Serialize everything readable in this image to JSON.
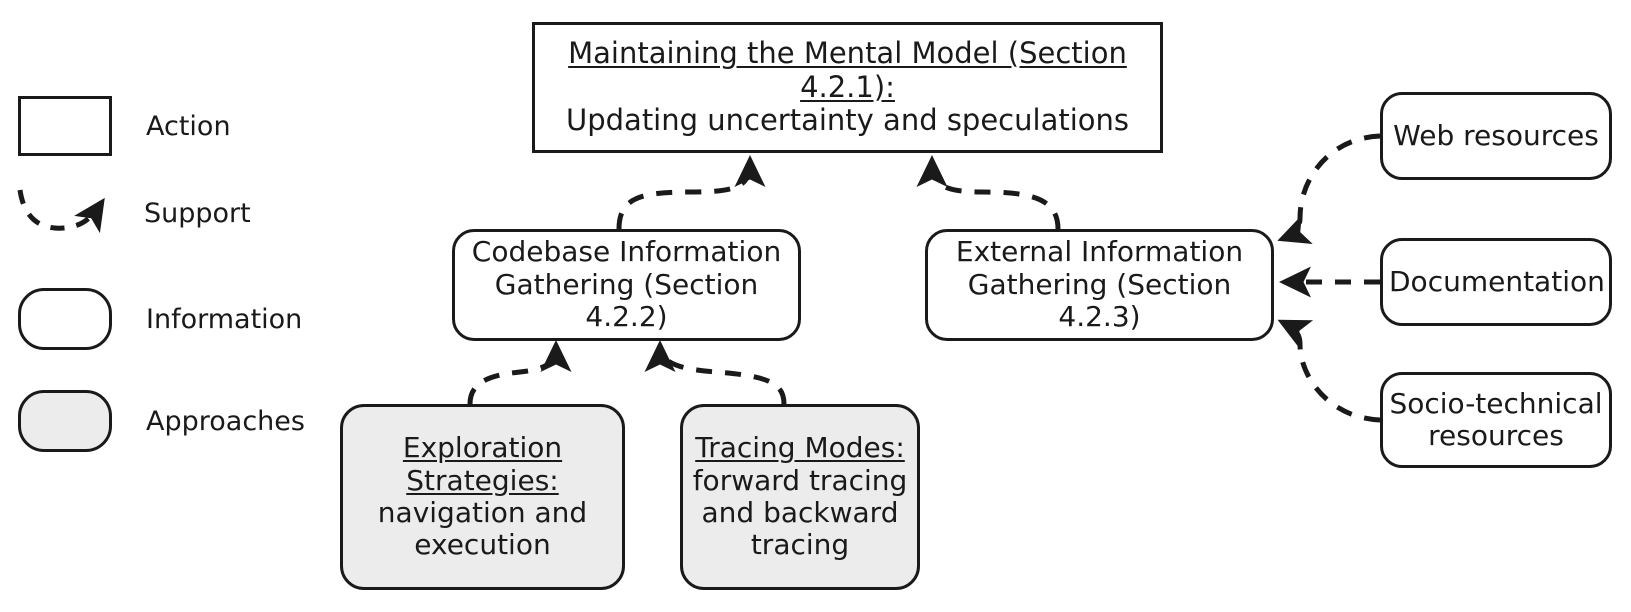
{
  "legend": {
    "items": [
      {
        "key": "action",
        "label": "Action",
        "shape": "rectangle",
        "fill": "#ffffff",
        "stroke": "#1a1a1a"
      },
      {
        "key": "support",
        "label": "Support",
        "shape": "dashed-arrow",
        "fill": "none",
        "stroke": "#1a1a1a"
      },
      {
        "key": "information",
        "label": "Information",
        "shape": "rounded-rectangle",
        "fill": "#ffffff",
        "stroke": "#1a1a1a"
      },
      {
        "key": "approaches",
        "label": "Approaches",
        "shape": "rounded-rectangle",
        "fill": "#ececec",
        "stroke": "#1a1a1a"
      }
    ]
  },
  "diagram": {
    "nodes": [
      {
        "id": "maintaining",
        "category": "action",
        "title": "Maintaining the Mental Model (Section 4.2.1):",
        "subtitle": "Updating uncertainty and speculations"
      },
      {
        "id": "codebase",
        "category": "information",
        "title": "",
        "subtitle": "Codebase Information Gathering (Section 4.2.2)"
      },
      {
        "id": "external",
        "category": "information",
        "title": "",
        "subtitle": "External Information Gathering (Section 4.2.3)"
      },
      {
        "id": "exploration",
        "category": "approaches",
        "title": "Exploration Strategies:",
        "subtitle": "navigation and execution"
      },
      {
        "id": "tracing",
        "category": "approaches",
        "title": "Tracing Modes:",
        "subtitle": "forward tracing and backward tracing"
      },
      {
        "id": "web",
        "category": "information",
        "title": "",
        "subtitle": "Web resources"
      },
      {
        "id": "documentation",
        "category": "information",
        "title": "",
        "subtitle": "Documentation"
      },
      {
        "id": "socio",
        "category": "information",
        "title": "",
        "subtitle": "Socio-technical resources"
      }
    ],
    "edges": [
      {
        "from": "codebase",
        "to": "maintaining",
        "style": "dashed",
        "relation": "Support"
      },
      {
        "from": "external",
        "to": "maintaining",
        "style": "dashed",
        "relation": "Support"
      },
      {
        "from": "exploration",
        "to": "codebase",
        "style": "dashed",
        "relation": "Support"
      },
      {
        "from": "tracing",
        "to": "codebase",
        "style": "dashed",
        "relation": "Support"
      },
      {
        "from": "web",
        "to": "external",
        "style": "dashed",
        "relation": "Support"
      },
      {
        "from": "documentation",
        "to": "external",
        "style": "dashed",
        "relation": "Support"
      },
      {
        "from": "socio",
        "to": "external",
        "style": "dashed",
        "relation": "Support"
      }
    ]
  },
  "colors": {
    "stroke": "#1a1a1a",
    "approach_fill": "#ececec",
    "canvas": "#ffffff"
  }
}
